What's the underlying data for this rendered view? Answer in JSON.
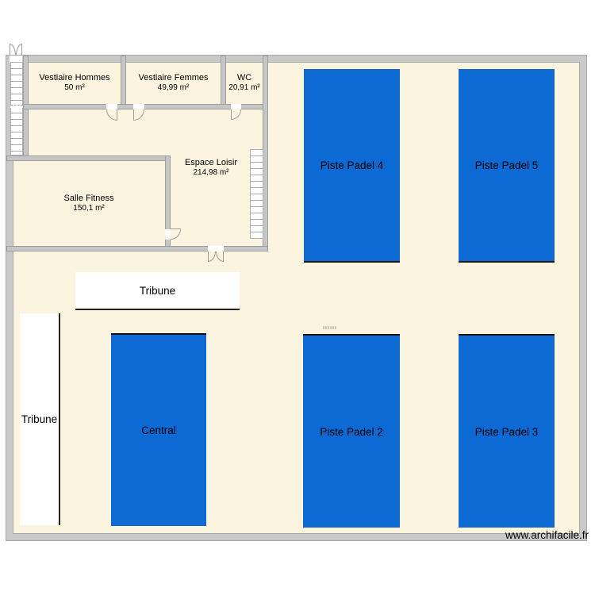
{
  "plan": {
    "watermark": "www.archifacile.fr"
  },
  "rooms": [
    {
      "name": "Vestiaire Hommes",
      "area": "50 m²"
    },
    {
      "name": "Vestiaire Femmes",
      "area": "49,99 m²"
    },
    {
      "name": "WC",
      "area": "20,91 m²"
    },
    {
      "name": "Espace Loisir",
      "area": "214,98 m²"
    },
    {
      "name": "Salle Fitness",
      "area": "150,1 m²"
    }
  ],
  "courts": [
    {
      "label": "Piste Padel 4"
    },
    {
      "label": "Piste Padel 5"
    },
    {
      "label": "Central"
    },
    {
      "label": "Piste Padel 2"
    },
    {
      "label": "Piste Padel 3"
    }
  ],
  "tribunes": [
    {
      "label": "Tribune"
    },
    {
      "label": "Tribune"
    }
  ],
  "colors": {
    "court_blue": "#0d69d3",
    "floor_beige": "#fbf4df",
    "wall_fill": "#c6c6c6",
    "wall_edge": "#9f9f9f",
    "court_edge_black": "#111111"
  }
}
